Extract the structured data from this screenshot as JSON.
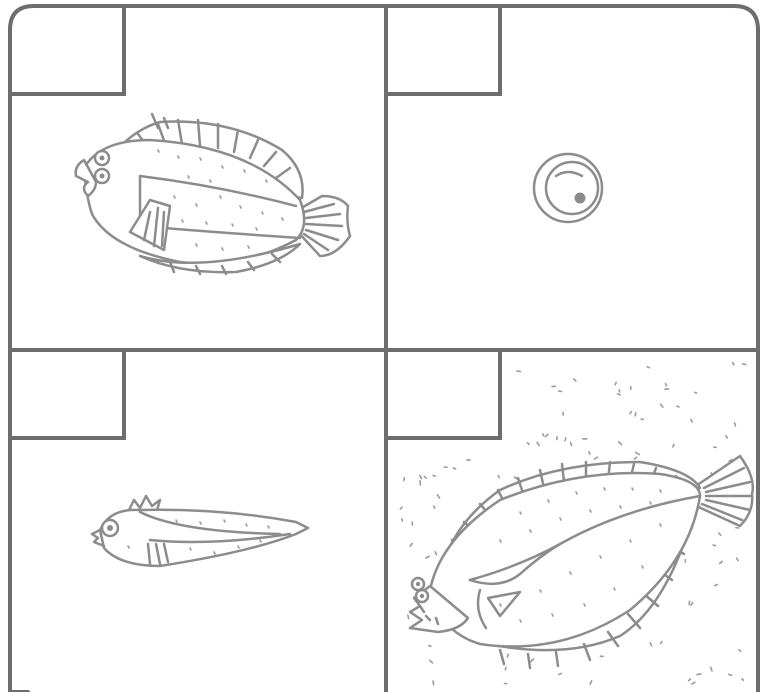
{
  "figure": {
    "panels": [
      {
        "id": "a",
        "label": "",
        "subject": "juvenile-flatfish-icon"
      },
      {
        "id": "b",
        "label": "",
        "subject": "fish-egg-icon"
      },
      {
        "id": "c",
        "label": "",
        "subject": "fish-larva-icon"
      },
      {
        "id": "d",
        "label": "",
        "subject": "adult-flounder-icon"
      }
    ],
    "colors": {
      "line": "#6d6d6d",
      "drawing": "#8c8c8c",
      "background": "#ffffff"
    }
  }
}
